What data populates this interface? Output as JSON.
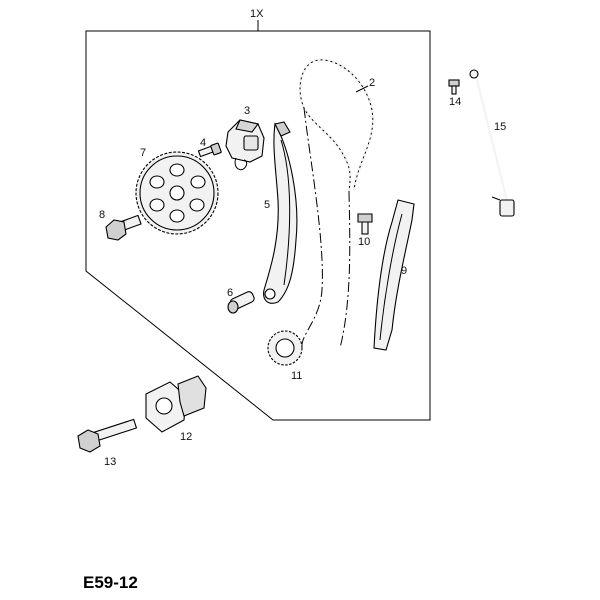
{
  "diagram": {
    "code": "E59-12",
    "kit_label": "1X",
    "parts": [
      "2",
      "3",
      "4",
      "5",
      "6",
      "7",
      "8",
      "9",
      "10",
      "11",
      "12",
      "13",
      "14",
      "15"
    ]
  },
  "colors": {
    "line": "#000000",
    "part_fill": "#f2f2f2",
    "part_shade": "#bdbdbd"
  }
}
